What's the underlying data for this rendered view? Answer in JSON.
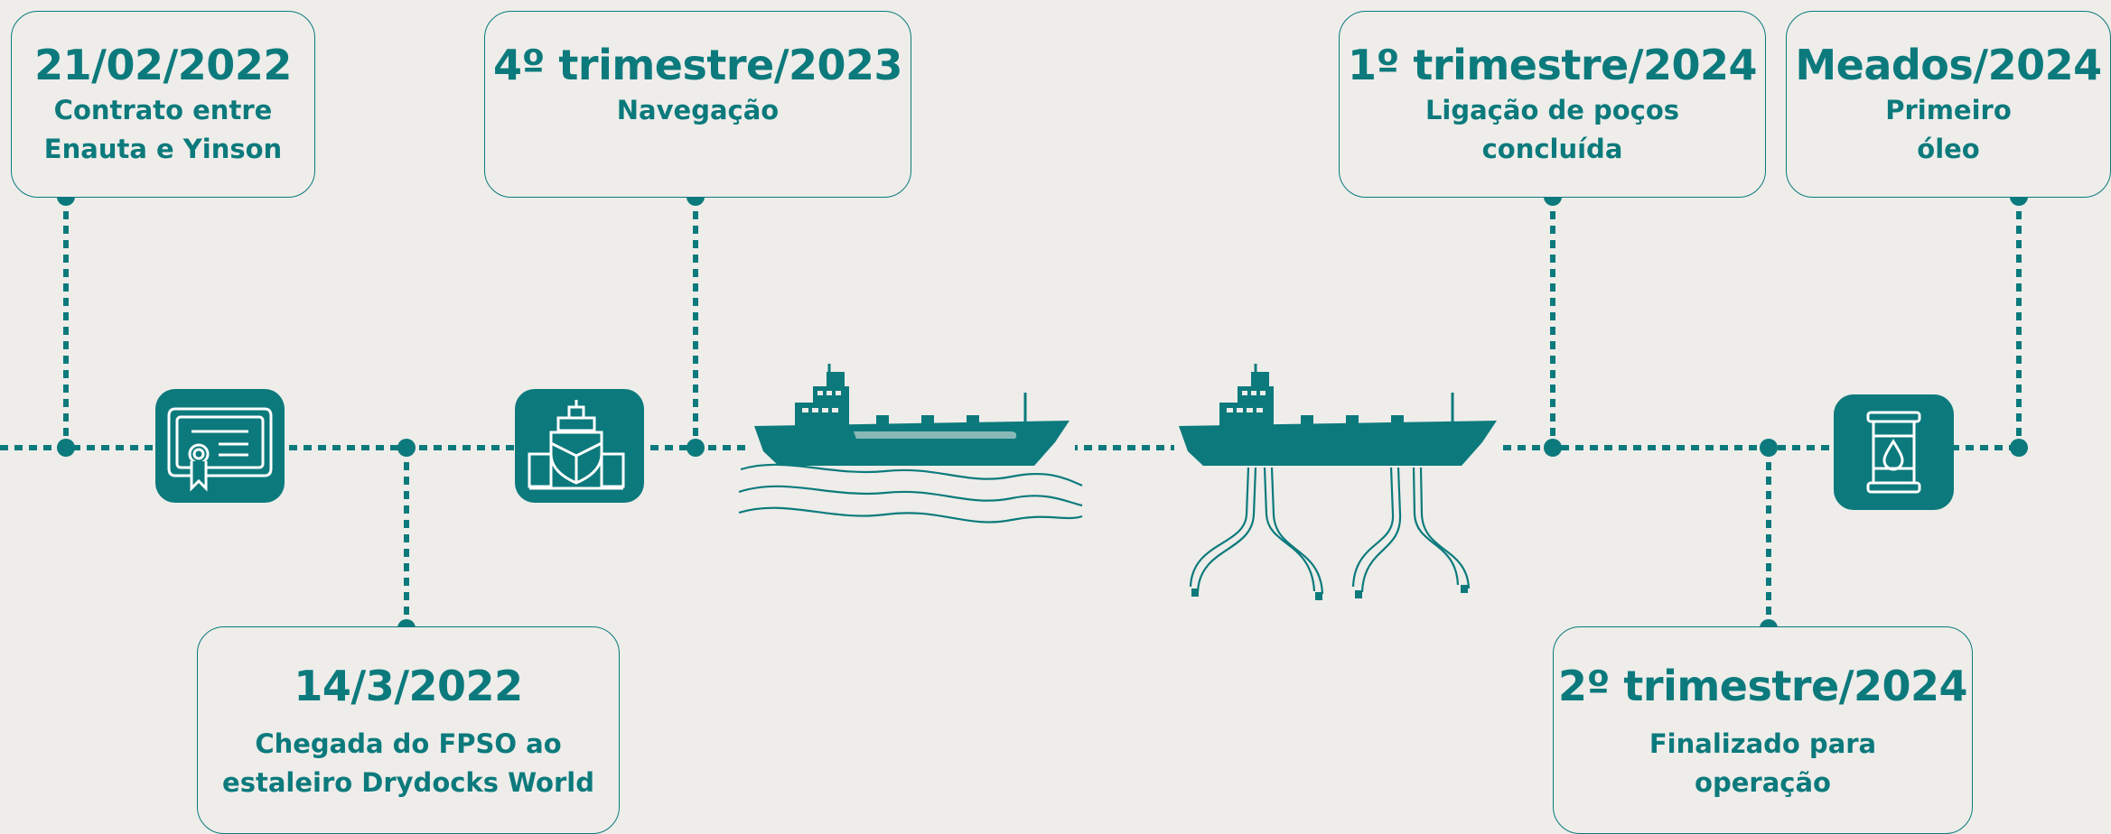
{
  "colors": {
    "accent": "#0c7a7c",
    "background": "#eeedea"
  },
  "milestones": [
    {
      "date": "21/02/2022",
      "description": "Contrato entre\nEnauta e Yinson"
    },
    {
      "date": "14/3/2022",
      "description": "Chegada do FPSO ao\nestaleiro Drydocks World"
    },
    {
      "date": "4º trimestre/2023",
      "description": "Navegação"
    },
    {
      "date": "1º trimestre/2024",
      "description": "Ligação de poços\nconcluída"
    },
    {
      "date": "2º trimestre/2024",
      "description": "Finalizado para\noperação"
    },
    {
      "date": "Meados/2024",
      "description": "Primeiro\nóleo"
    }
  ],
  "icons": [
    "certificate-icon",
    "shipyard-icon",
    "sailing-ship-icon",
    "connected-ship-icon",
    "oil-barrel-icon"
  ]
}
